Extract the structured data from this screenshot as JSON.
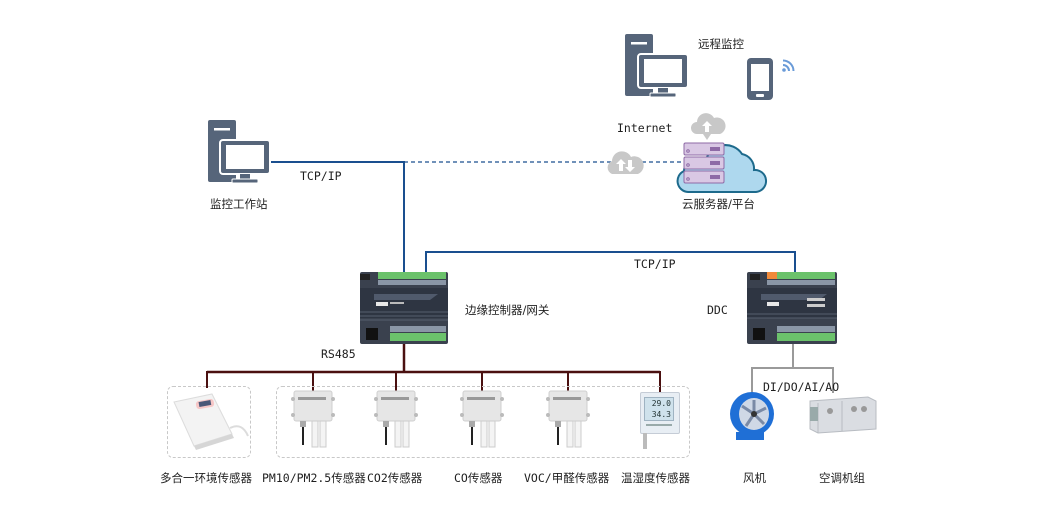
{
  "diagram": {
    "nodes": {
      "remote_monitor": {
        "label": "远程监控"
      },
      "internet": {
        "label": "Internet"
      },
      "cloud": {
        "label": "云服务器/平台"
      },
      "workstation": {
        "label": "监控工作站"
      },
      "edge_controller": {
        "label": "边缘控制器/网关"
      },
      "ddc": {
        "label": "DDC"
      }
    },
    "links": {
      "workstation_tcp": {
        "label": "TCP/IP"
      },
      "ddc_tcp": {
        "label": "TCP/IP"
      },
      "rs485": {
        "label": "RS485"
      },
      "ddc_io": {
        "label": "DI/DO/AI/AO"
      }
    },
    "sensors": [
      {
        "label": "多合一环境传感器"
      },
      {
        "label": "PM10/PM2.5传感器"
      },
      {
        "label": "CO2传感器"
      },
      {
        "label": "CO传感器"
      },
      {
        "label": "VOC/甲醛传感器"
      },
      {
        "label": "温湿度传感器"
      }
    ],
    "equipment": [
      {
        "label": "风机"
      },
      {
        "label": "空调机组"
      }
    ],
    "display_readings": {
      "temp": "29.0",
      "humidity": "34.3"
    },
    "colors": {
      "network_line": "#1a4f8f",
      "rs485_line": "#4a1010",
      "io_line": "#9a9a9a",
      "icon_slate": "#56657a",
      "cloud_fill": "#aed8ee",
      "server_fill": "#d9c8e4"
    }
  }
}
